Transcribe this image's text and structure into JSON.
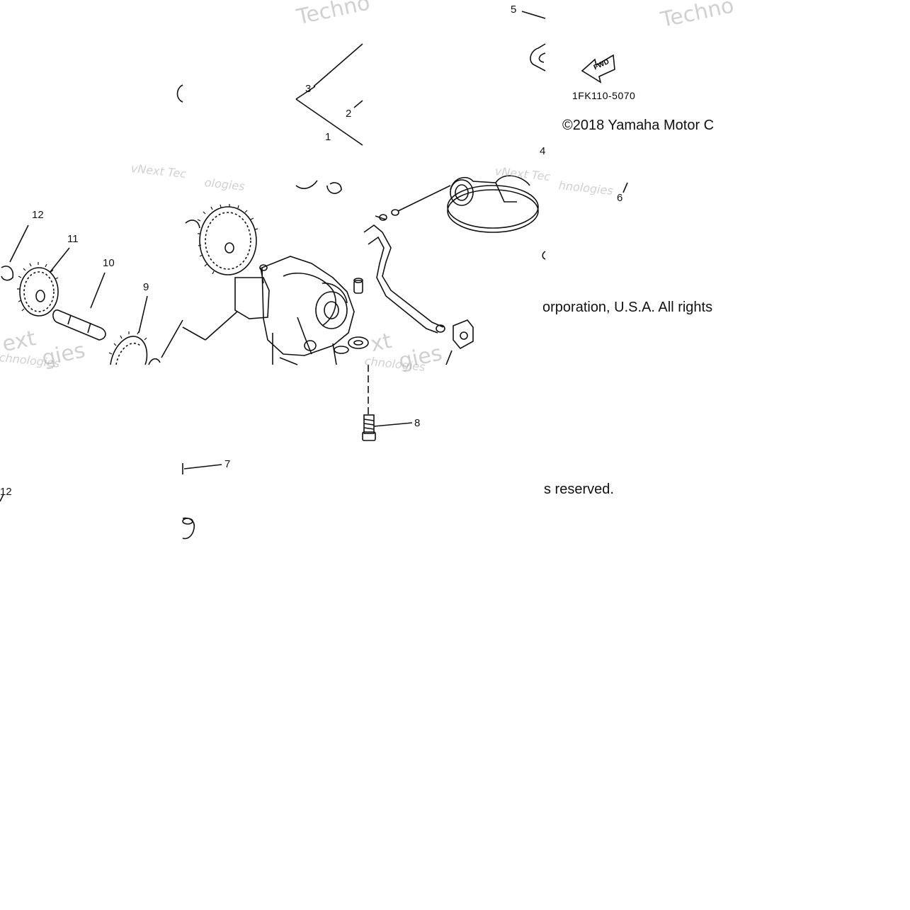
{
  "diagram": {
    "part_code": "1FK110-5070",
    "fwd_label": "FWD",
    "copyright_parts": [
      "©2018 Yamaha Motor C",
      "orporation, U.S.A. All rights",
      "s reserved."
    ],
    "watermarks": {
      "techno_1": "Techno",
      "techno_2": "Techno",
      "vnext_1": "vNext Tec",
      "vnext_2": "vNext Tec",
      "ologies_1": "ologies",
      "hnologies_1": "hnologies",
      "technologies_1": "chnologies",
      "technologies_2": "chnologies",
      "next_1": "ext",
      "next_2": "xt",
      "gies_1": "gies",
      "gies_2": "gies"
    },
    "callouts": {
      "c1": "1",
      "c2": "2",
      "c3": "3",
      "c4": "4",
      "c5": "5",
      "c6": "6",
      "c7": "7",
      "c8": "8",
      "c9": "9",
      "c10": "10",
      "c11": "11",
      "c12": "12",
      "c12b": "12"
    }
  }
}
